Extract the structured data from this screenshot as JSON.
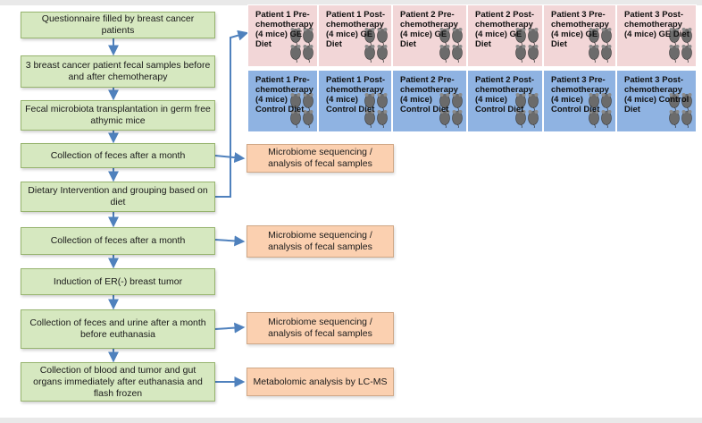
{
  "steps": [
    "Questionnaire filled by breast cancer patients",
    "3 breast cancer patient fecal samples before and after chemotherapy",
    "Fecal microbiota transplantation in germ free athymic  mice",
    "Collection of feces after a month",
    "Dietary Intervention and grouping based on diet",
    "Collection of feces after a month",
    "Induction of ER(-) breast tumor",
    "Collection of feces and urine after a month before euthanasia",
    "Collection of blood and tumor and gut organs immediately after euthanasia and flash frozen"
  ],
  "outputs": [
    "Microbiome sequencing / analysis of fecal samples",
    "Microbiome sequencing / analysis of fecal samples",
    "Microbiome sequencing / analysis of fecal samples",
    "Metabolomic analysis by LC-MS"
  ],
  "groups": {
    "ge_diet": [
      "Patient 1 Pre-chemotherapy (4 mice) GE Diet",
      "Patient 1 Post-chemotherapy (4 mice) GE Diet",
      "Patient 2 Pre-chemotherapy (4 mice) GE Diet",
      "Patient 2 Post-chemotherapy (4 mice) GE Diet",
      "Patient 3 Pre-chemotherapy (4 mice) GE Diet",
      "Patient 3 Post-chemotherapy (4 mice) GE Diet"
    ],
    "control_diet": [
      "Patient 1 Pre-chemotherapy (4 mice) Control Diet",
      "Patient 1 Post-chemotherapy (4 mice) Control Diet",
      "Patient 2 Pre-chemotherapy (4 mice) Control Diet",
      "Patient 2 Post-chemotherapy (4 mice) Control Diet",
      "Patient 3 Pre-chemotherapy  (4 mice) Control Diet",
      "Patient 3 Post-chemotherapy (4 mice) Control Diet"
    ]
  },
  "colors": {
    "step_fill": "#d6e8c0",
    "output_fill": "#fbd0b0",
    "ge_fill": "#f2d6d7",
    "control_fill": "#8fb3e2",
    "arrow": "#4f81bd"
  },
  "icons": {
    "mouse_group": "mice-icon"
  }
}
